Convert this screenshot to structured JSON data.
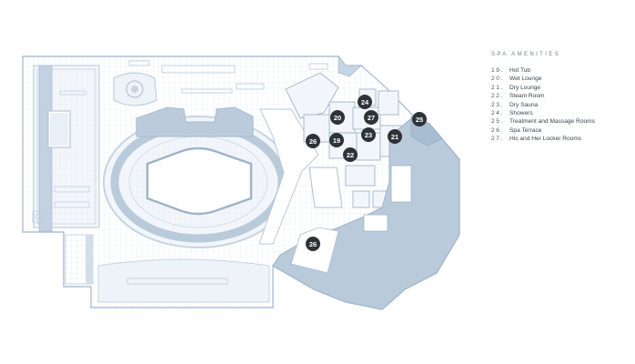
{
  "legend": {
    "title": "SPA AMENITIES",
    "items": [
      {
        "num": "19.",
        "label": "Hot Tub"
      },
      {
        "num": "20.",
        "label": "Wet Lounge"
      },
      {
        "num": "21.",
        "label": "Dry Lounge"
      },
      {
        "num": "22.",
        "label": "Steam Room"
      },
      {
        "num": "23.",
        "label": "Dry Sauna"
      },
      {
        "num": "24.",
        "label": "Showers"
      },
      {
        "num": "25.",
        "label": "Treatment and Massage Rooms"
      },
      {
        "num": "26.",
        "label": "Spa Terrace"
      },
      {
        "num": "27.",
        "label": "His and Her Locker Rooms"
      }
    ]
  },
  "markers": [
    "24",
    "20",
    "27",
    "25",
    "26",
    "19",
    "23",
    "21",
    "22",
    "26"
  ],
  "colors": {
    "wall": "#c6d4e3",
    "floor_shade": "#b7c8da",
    "outline": "#9fb4c9",
    "marker_fill": "#2e3338",
    "marker_text": "#ffffff"
  }
}
